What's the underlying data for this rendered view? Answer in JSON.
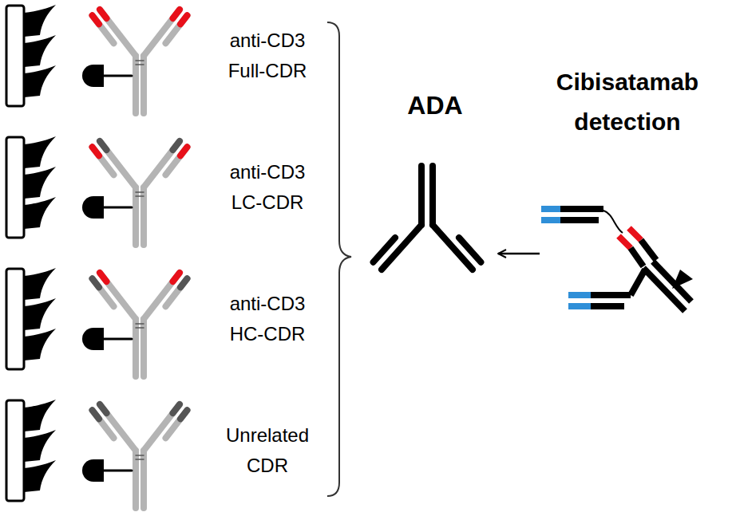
{
  "diagram": {
    "nodes": [
      {
        "text": [
          "anti-CD3 Full-CDR"
        ]
      },
      {
        "text": [
          "anti-CD3 LC-CDR"
        ]
      },
      {
        "text": [
          "anti-CD3 HC-CDR"
        ]
      },
      {
        "text": [
          "Unrelated CDR"
        ]
      },
      {
        "text": [
          "ADA"
        ]
      },
      {
        "text": [
          "Cibisatamab detection"
        ]
      }
    ],
    "edges": [
      {
        "from": 5,
        "to": 4,
        "arrow": "to"
      }
    ]
  }
}
